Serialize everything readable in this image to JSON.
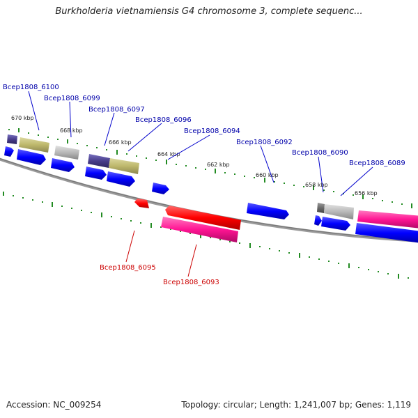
{
  "title": "Burkholderia vietnamiensis G4 chromosome 3, complete sequenc...",
  "footer": {
    "accession": "Accession: NC_009254",
    "summary": "Topology: circular; Length: 1,241,007 bp; Genes: 1,119"
  },
  "colors": {
    "plus_strand_label": "#0000aa",
    "minus_strand_label": "#cc0000",
    "blue_gene": "#0000ff",
    "red_gene": "#ff0000",
    "pink_gene": "#ff1493",
    "gray_gene": "#aaaaaa",
    "olive_gene": "#bdb76b",
    "purple_gene": "#483d8b",
    "tick": "#228b22",
    "backbone": "#888888"
  },
  "scale_labels": [
    "670 kbp",
    "668 kbp",
    "666 kbp",
    "664 kbp",
    "662 kbp",
    "660 kbp",
    "658 kbp",
    "656 kbp"
  ],
  "gene_labels_top": [
    "Bcep1808_6100",
    "Bcep1808_6099",
    "Bcep1808_6097",
    "Bcep1808_6096",
    "Bcep1808_6094",
    "Bcep1808_6092",
    "Bcep1808_6090",
    "Bcep1808_6089"
  ],
  "gene_labels_bottom": [
    "Bcep1808_6095",
    "Bcep1808_6093"
  ]
}
